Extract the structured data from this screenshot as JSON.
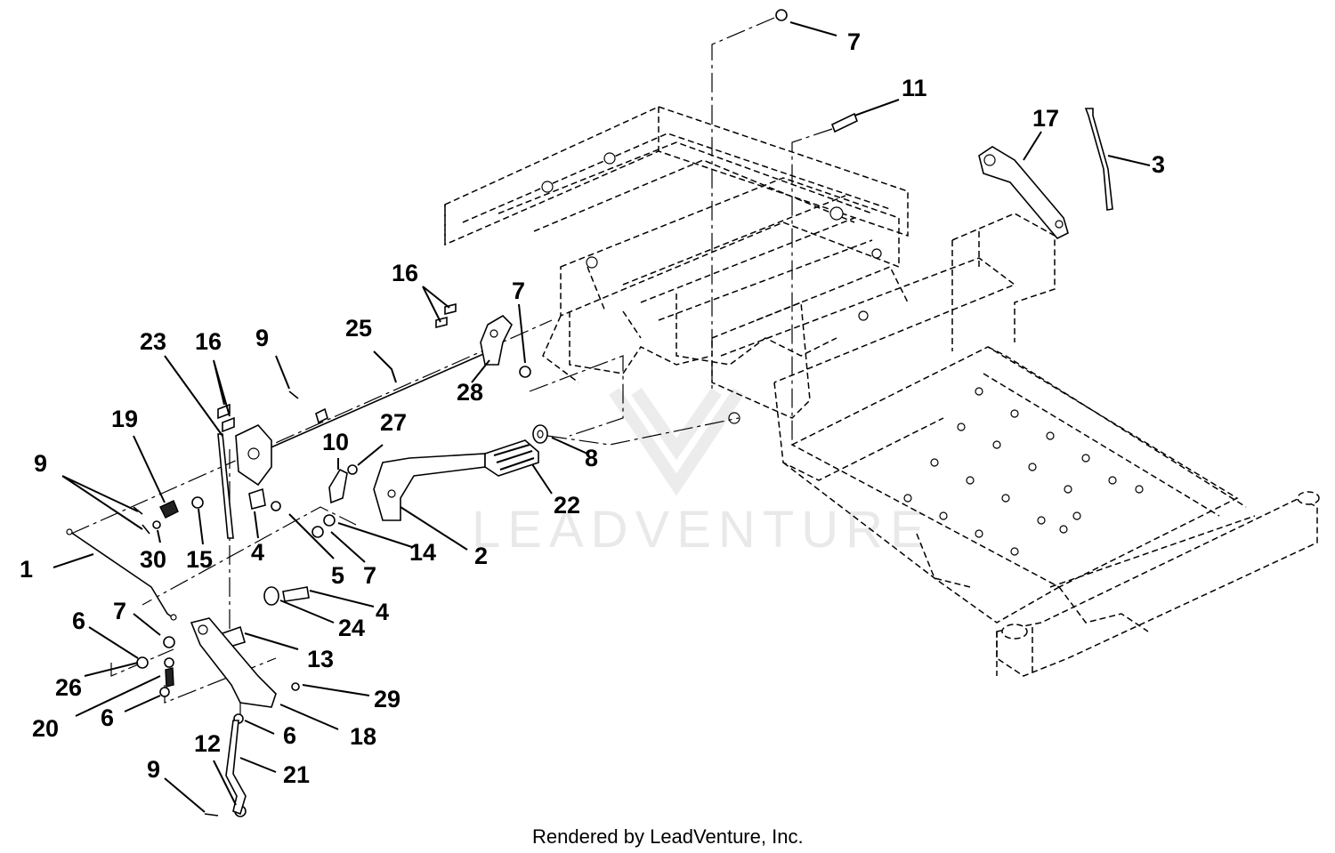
{
  "diagram": {
    "callouts": [
      "1",
      "2",
      "3",
      "4",
      "4",
      "5",
      "6",
      "6",
      "6",
      "7",
      "7",
      "7",
      "7",
      "8",
      "9",
      "9",
      "9",
      "10",
      "11",
      "12",
      "13",
      "14",
      "15",
      "16",
      "16",
      "17",
      "18",
      "19",
      "20",
      "21",
      "22",
      "23",
      "24",
      "25",
      "26",
      "27",
      "28",
      "29",
      "30"
    ]
  },
  "watermark": {
    "brand": "LEADVENTURE"
  },
  "footer": {
    "credit": "Rendered by LeadVenture, Inc."
  }
}
